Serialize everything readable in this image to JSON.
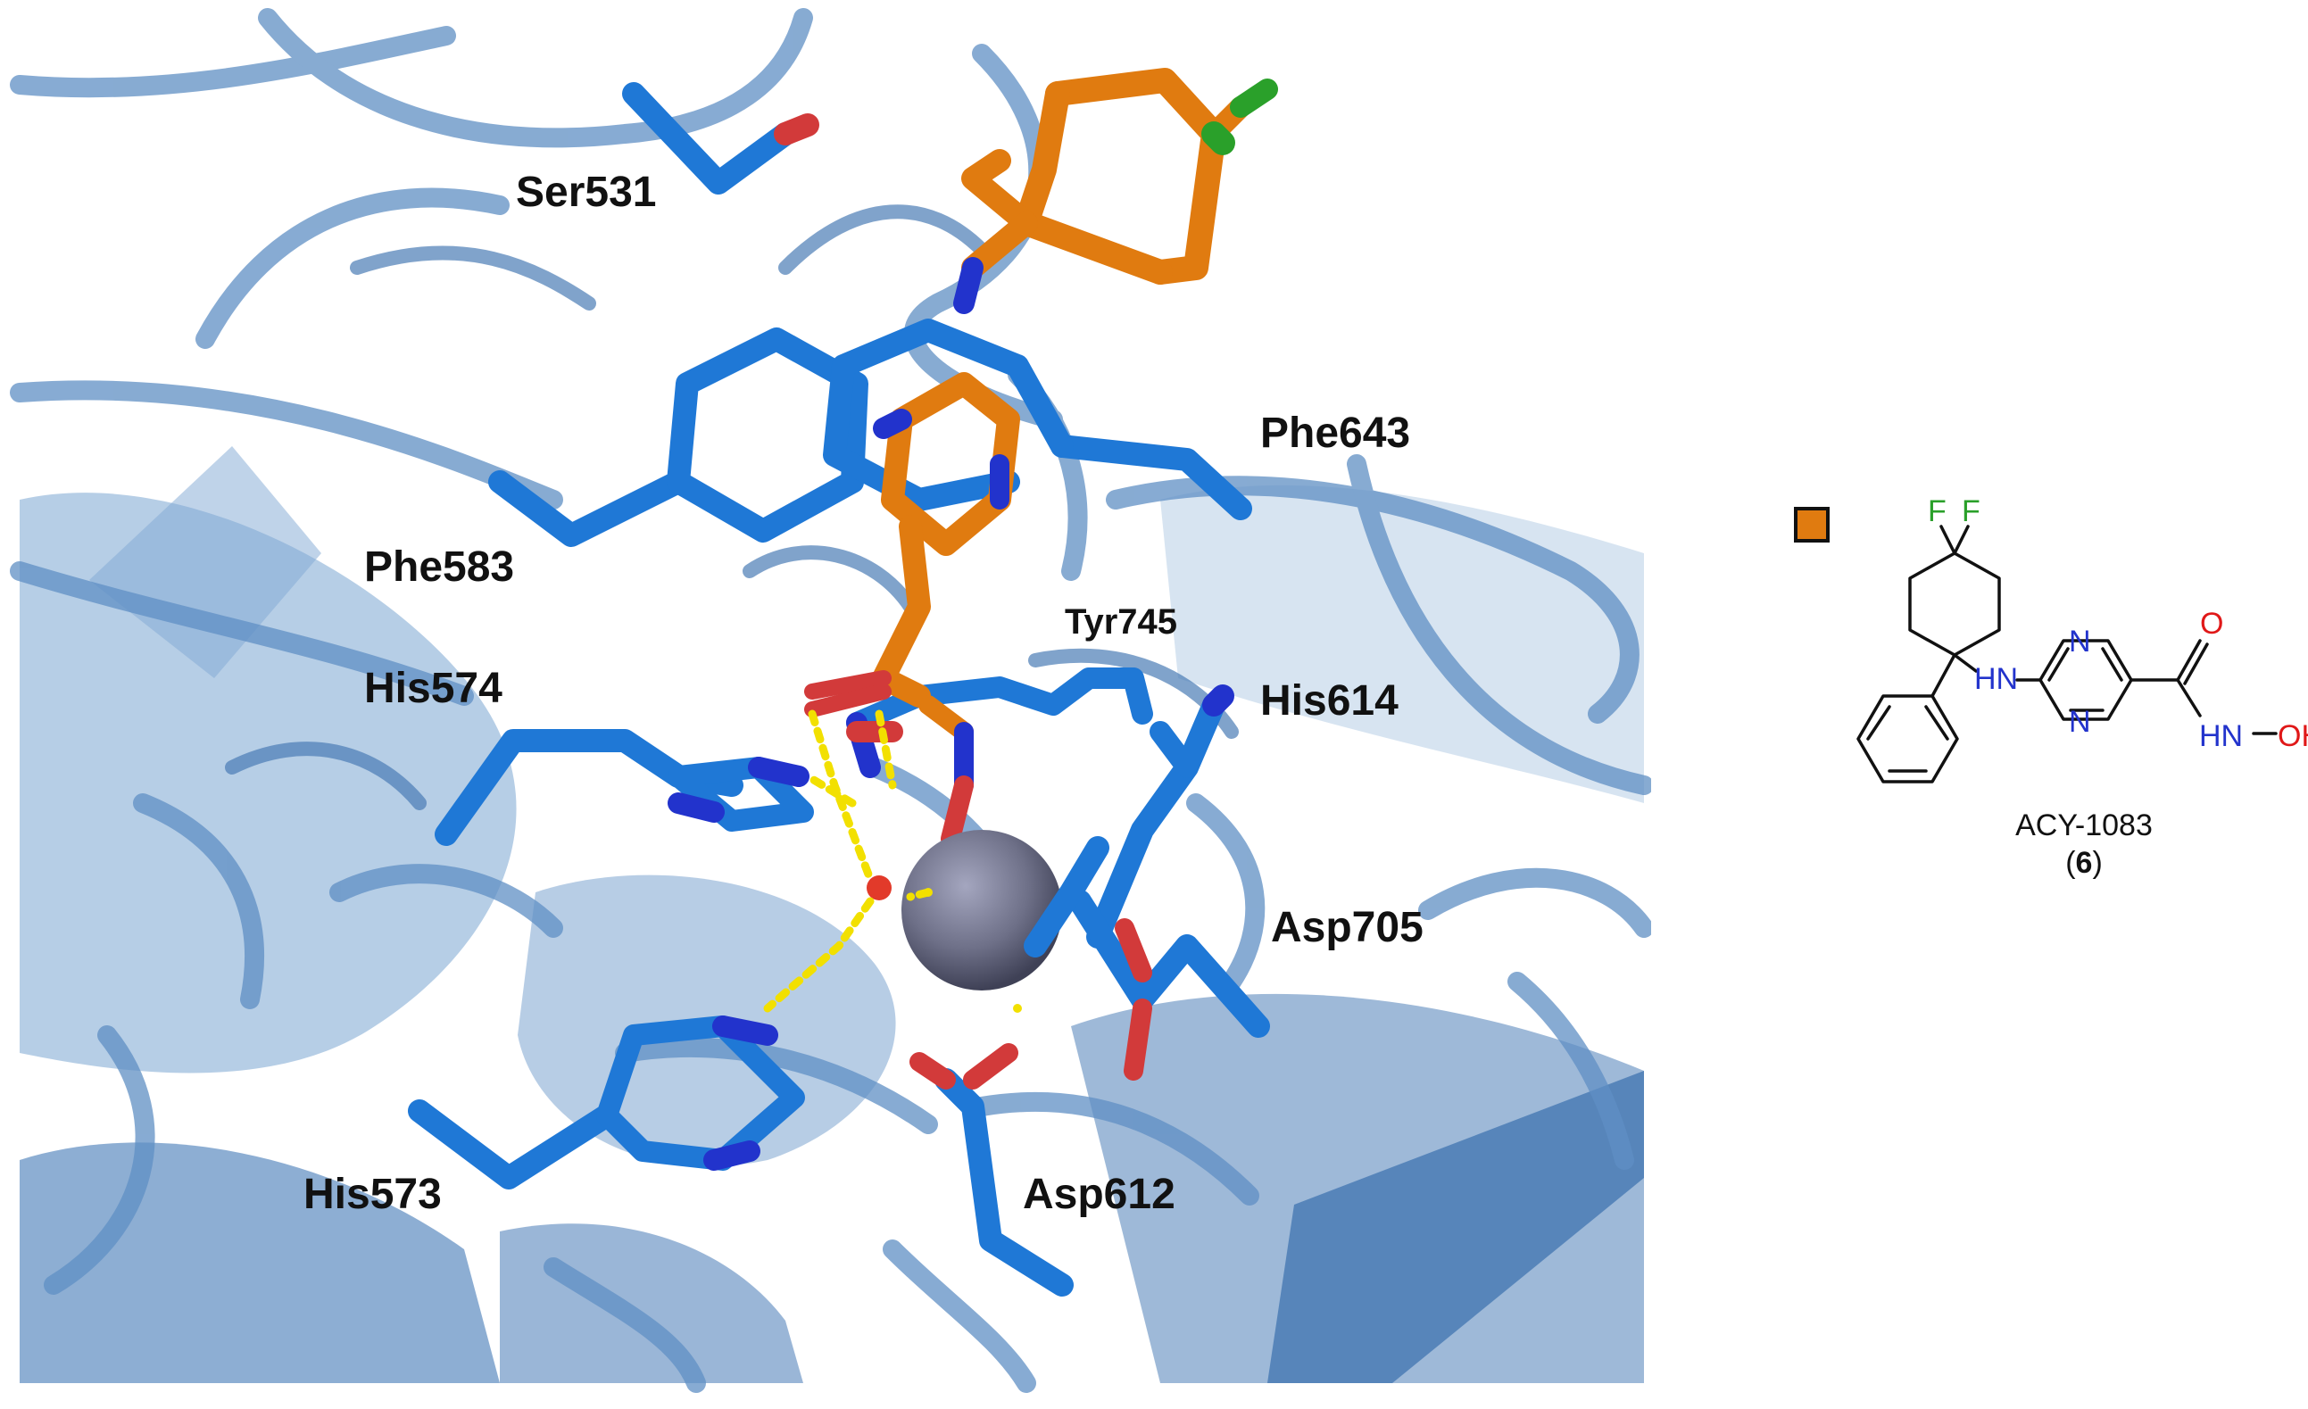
{
  "figure": {
    "residue_labels": {
      "ser531": "Ser531",
      "phe643": "Phe643",
      "phe583": "Phe583",
      "tyr745": "Tyr745",
      "his574": "His574",
      "his614": "His614",
      "asp705": "Asp705",
      "his573": "His573",
      "asp612": "Asp612"
    },
    "colors": {
      "protein_cartoon": "#5f8fc4",
      "residue_sticks": "#1f78d6",
      "ligand_sticks": "#e07b10",
      "nitrogen": "#2233cc",
      "oxygen": "#d23a3a",
      "fluorine": "#2aa02a",
      "zinc": "#6e7088",
      "hbond": "#f2e000"
    },
    "legend": {
      "atoms": {
        "F1": "F",
        "F2": "F",
        "N_ring_top": "N",
        "N_ring_bottom": "N",
        "NH_amine": "HN",
        "O_carbonyl": "O",
        "NH_hydroxamate": "HN",
        "OH": "OH"
      },
      "compound_name": "ACY-1083",
      "compound_number_open": "(",
      "compound_number": "6",
      "compound_number_close": ")"
    }
  }
}
